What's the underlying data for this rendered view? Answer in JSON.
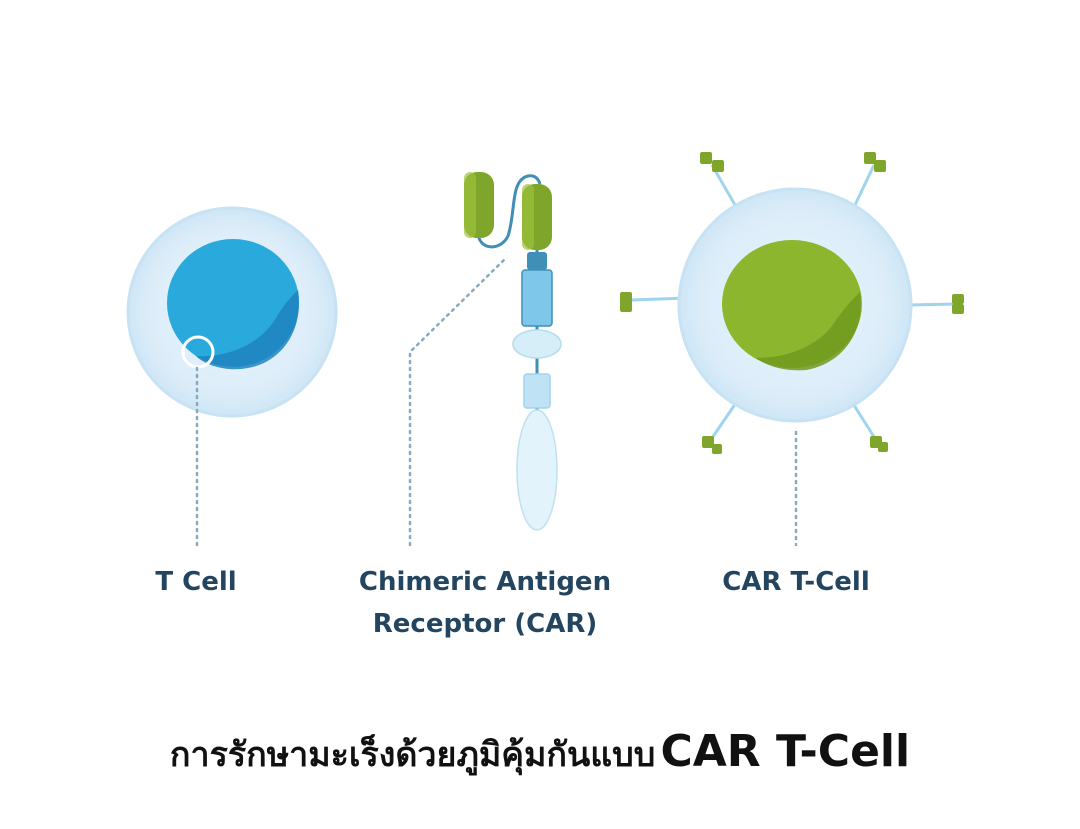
{
  "labels": {
    "t_cell": "T Cell",
    "car_line1": "Chimeric Antigen",
    "car_line2": "Receptor (CAR)",
    "car_t_cell": "CAR T-Cell"
  },
  "caption": {
    "thai": "การรักษามะเร็งด้วยภูมิคุ้มกันแบบ",
    "en": "CAR T-Cell"
  },
  "colors": {
    "label_text": "#24455f",
    "outer_cell": "#dff0fb",
    "t_cell_nucleus": "#2aa9dd",
    "t_cell_nucleus_shade": "#1f84c0",
    "car_nucleus": "#8bb62d",
    "car_nucleus_shade": "#6f9a1f",
    "receptor_green": "#7fa62a",
    "receptor_blue": "#9fd4ef",
    "dotted_line": "#8aa9bc"
  },
  "icons": {
    "t_cell": "t-cell-icon",
    "car_receptor": "car-receptor-icon",
    "car_t_cell": "car-t-cell-icon"
  }
}
